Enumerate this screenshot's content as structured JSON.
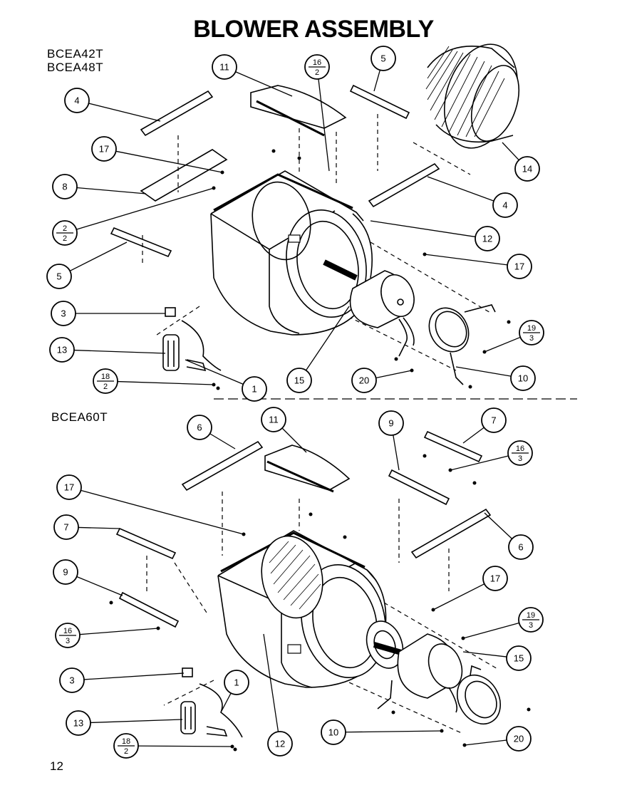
{
  "title": "BLOWER ASSEMBLY",
  "models_top": [
    "BCEA42T",
    "BCEA48T"
  ],
  "model_bottom": "BCEA60T",
  "page_number": "12",
  "callouts_top": [
    {
      "id": "c11",
      "label": "11"
    },
    {
      "id": "c16a",
      "num": "16",
      "den": "2"
    },
    {
      "id": "c5a",
      "label": "5"
    },
    {
      "id": "c4a",
      "label": "4"
    },
    {
      "id": "c17a",
      "label": "17"
    },
    {
      "id": "c14",
      "label": "14"
    },
    {
      "id": "c8",
      "label": "8"
    },
    {
      "id": "c4b",
      "label": "4"
    },
    {
      "id": "c2",
      "num": "2",
      "den": "2"
    },
    {
      "id": "c12",
      "label": "12"
    },
    {
      "id": "c5b",
      "label": "5"
    },
    {
      "id": "c17b",
      "label": "17"
    },
    {
      "id": "c3",
      "label": "3"
    },
    {
      "id": "c19",
      "num": "19",
      "den": "3"
    },
    {
      "id": "c13",
      "label": "13"
    },
    {
      "id": "c10",
      "label": "10"
    },
    {
      "id": "c18",
      "num": "18",
      "den": "2"
    },
    {
      "id": "c1",
      "label": "1"
    },
    {
      "id": "c15",
      "label": "15"
    },
    {
      "id": "c20",
      "label": "20"
    }
  ],
  "callouts_bottom": [
    {
      "id": "d11",
      "label": "11"
    },
    {
      "id": "d6a",
      "label": "6"
    },
    {
      "id": "d9a",
      "label": "9"
    },
    {
      "id": "d7a",
      "label": "7"
    },
    {
      "id": "d16a",
      "num": "16",
      "den": "3"
    },
    {
      "id": "d17a",
      "label": "17"
    },
    {
      "id": "d7b",
      "label": "7"
    },
    {
      "id": "d6b",
      "label": "6"
    },
    {
      "id": "d9b",
      "label": "9"
    },
    {
      "id": "d17b",
      "label": "17"
    },
    {
      "id": "d16b",
      "num": "16",
      "den": "3"
    },
    {
      "id": "d19",
      "num": "19",
      "den": "3"
    },
    {
      "id": "d15",
      "label": "15"
    },
    {
      "id": "d3",
      "label": "3"
    },
    {
      "id": "d1",
      "label": "1"
    },
    {
      "id": "d13",
      "label": "13"
    },
    {
      "id": "d12",
      "label": "12"
    },
    {
      "id": "d10",
      "label": "10"
    },
    {
      "id": "d20",
      "label": "20"
    },
    {
      "id": "d18",
      "num": "18",
      "den": "2"
    }
  ],
  "colors": {
    "ink": "#000000",
    "paper": "#ffffff"
  }
}
